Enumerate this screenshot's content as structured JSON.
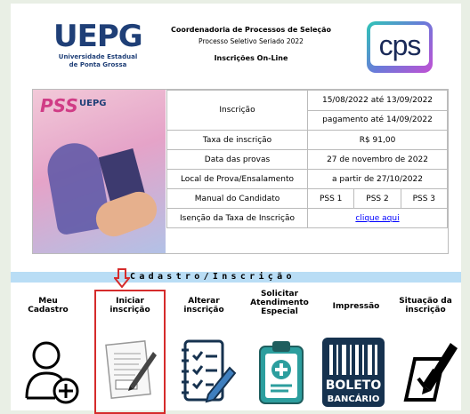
{
  "header": {
    "uepg_logo_word": "UEPG",
    "uepg_logo_sub1": "Universidade Estadual",
    "uepg_logo_sub2": "de Ponta Grossa",
    "line1": "Coordenadoria de Processos de Seleção",
    "line2": "Processo Seletivo Seriado 2022",
    "line3": "Inscrições On-Line",
    "cps_logo": "cps"
  },
  "poster": {
    "pss_text": "PSS",
    "uepg_text": "UEPG"
  },
  "info": {
    "inscricao_label": "Inscrição",
    "inscricao_period": "15/08/2022 até 13/09/2022",
    "pagamento": "pagamento até 14/09/2022",
    "taxa_label": "Taxa de inscrição",
    "taxa_value": "R$ 91,00",
    "provas_label": "Data das provas",
    "provas_value": "27 de novembro de 2022",
    "local_label": "Local de Prova/Ensalamento",
    "local_value": "a partir de 27/10/2022",
    "manual_label": "Manual do Candidato",
    "manual_links": [
      "PSS 1",
      "PSS 2",
      "PSS 3"
    ],
    "isencao_label": "Isenção da Taxa de Inscrição",
    "isencao_link": "clique aqui"
  },
  "cadastro_bar": "Cadastro/Inscrição",
  "items": [
    {
      "l1": "Meu",
      "l2": "Cadastro",
      "l3": "",
      "icon": "user-add-icon"
    },
    {
      "l1": "Iniciar",
      "l2": "inscrição",
      "l3": "",
      "icon": "signing-document-icon"
    },
    {
      "l1": "Alterar",
      "l2": "inscrição",
      "l3": "",
      "icon": "checklist-edit-icon"
    },
    {
      "l1": "Solicitar",
      "l2": "Atendimento",
      "l3": "Especial",
      "icon": "medical-clipboard-icon"
    },
    {
      "l1": "Impressão",
      "l2": "",
      "l3": "",
      "icon": "boleto-icon"
    },
    {
      "l1": "Situação da",
      "l2": "inscrição",
      "l3": "",
      "icon": "checkbox-pen-icon"
    }
  ],
  "boleto": {
    "top": "BOLETO",
    "bottom": "BANCÁRIO"
  },
  "colors": {
    "accent_blue": "#b9ddf5",
    "select_red": "#d52b2b",
    "link": "#0000ff"
  }
}
